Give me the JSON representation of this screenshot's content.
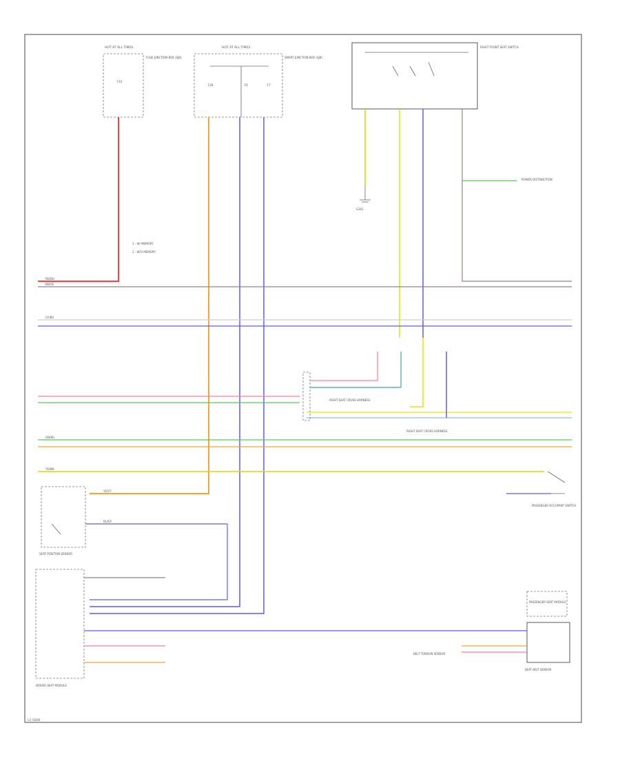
{
  "diagram": {
    "footer_code": "L1-5000",
    "colors": {
      "red": "#ff3b3b",
      "orange": "#ffa030",
      "blue": "#5a5aff",
      "yellow": "#e6e600",
      "green": "#50d250",
      "brown": "#9a7f7f",
      "white_gray": "#cfcfcf",
      "pink": "#ff7a9a",
      "teal": "#3aa8a8",
      "lightblue": "#8fb8ff"
    },
    "legend": {
      "item1": "1 - W/ MEMORY",
      "item2": "2 - W/O MEMORY"
    },
    "components": {
      "fuse_box_left": "HOT AT ALL TIMES",
      "fuse_box_left_desc": "FUSE JUNCTION BOX (SJB)",
      "fuse_box_mid": "HOT AT ALL TIMES",
      "fuse_box_mid_desc": "SMART JUNCTION BOX (SJB)",
      "seat_switch": "RIGHT FRONT SEAT SWITCH",
      "ground": "G301",
      "power_dist": "POWER DISTRIBUTION",
      "harness_1": "RIGHT SEAT CROSS HARNESS",
      "harness_2": "RIGHT SEAT CROSS HARNESS",
      "seat_position_sensor": "SEAT POSITION SENSOR",
      "driver_seat_module": "DRIVER SEAT MODULE",
      "passenger_seat_module": "PASSENGER SEAT MODULE",
      "belt_sensor": "SEAT BELT SENSOR",
      "occupant_switch": "PASSENGER OCCUPANT SWITCH",
      "tension_sensor": "BELT TENSION SENSOR"
    },
    "wire_labels": {
      "red_wire": "RD/BU",
      "orange_wire": "YE/VT",
      "blue_wire": "BU/GY",
      "yellow_wire": "YE/BN",
      "green_wire": "GN/BU",
      "brown_wire": "BN/YE",
      "gray_wire": "GY/BU"
    }
  }
}
